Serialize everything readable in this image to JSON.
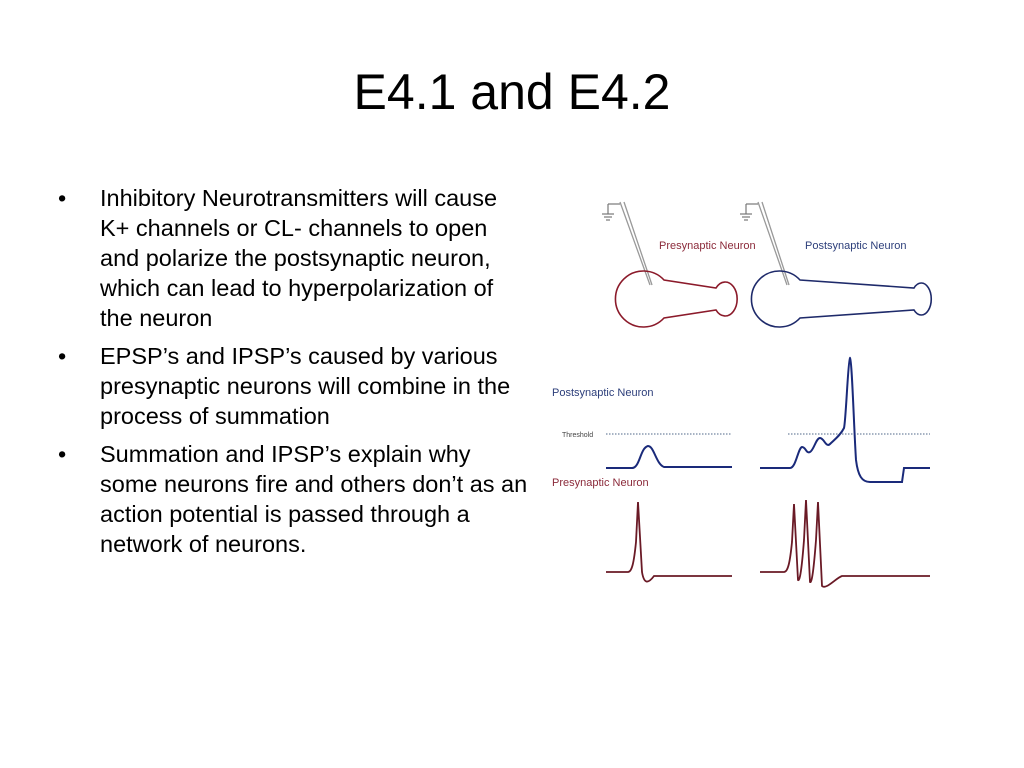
{
  "slide": {
    "title": "E4.1 and E4.2",
    "bullets": [
      "Inhibitory Neurotransmitters will cause K+ channels or CL- channels to open and polarize the postsynaptic neuron, which can lead to hyperpolarization of the neuron",
      "EPSP’s and IPSP’s caused by various presynaptic neurons will combine in the process of summation",
      "Summation and IPSP’s explain why some neurons fire and others don’t as an action potential is passed through a network of neurons."
    ],
    "bullet_symbol": "•"
  },
  "figure": {
    "presynaptic_top_label": "Presynaptic Neuron",
    "postsynaptic_top_label": "Postsynaptic Neuron",
    "postsynaptic_trace_label": "Postsynaptic Neuron",
    "threshold_label": "Threshold",
    "presynaptic_trace_label": "Presynaptic Neuron",
    "colors": {
      "presyn_label": "#8b2a3a",
      "postsyn_label": "#2c3e7a",
      "presyn_cell": "#8b1a2a",
      "postsyn_cell": "#1e2a6a",
      "postsyn_trace": "#1a2a7a",
      "presyn_trace": "#6a1a26",
      "threshold": "#8a9ab0"
    }
  }
}
